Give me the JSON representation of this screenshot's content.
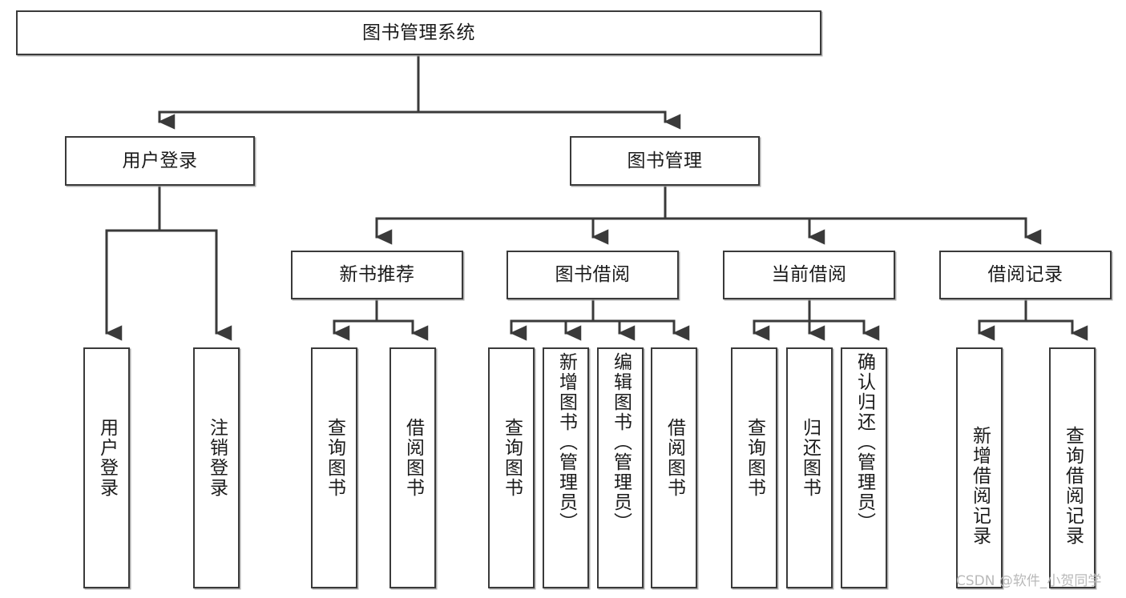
{
  "diagram": {
    "title": "图书管理系统",
    "root": {
      "label": "图书管理系统"
    },
    "level2": [
      {
        "label": "用户登录"
      },
      {
        "label": "图书管理"
      }
    ],
    "level3": [
      {
        "label": "新书推荐"
      },
      {
        "label": "图书借阅"
      },
      {
        "label": "当前借阅"
      },
      {
        "label": "借阅记录"
      }
    ],
    "leaves": {
      "user_login": [
        {
          "label": "用户登录"
        },
        {
          "label": "注销登录"
        }
      ],
      "new_book_recommend": [
        {
          "label": "查询图书"
        },
        {
          "label": "借阅图书"
        }
      ],
      "book_borrow": [
        {
          "label": "查询图书"
        },
        {
          "label": "新增图书（管理员）"
        },
        {
          "label": "编辑图书（管理员）"
        },
        {
          "label": "借阅图书"
        }
      ],
      "current_borrow": [
        {
          "label": "查询图书"
        },
        {
          "label": "归还图书"
        },
        {
          "label": "确认归还（管理员）"
        }
      ],
      "borrow_record": [
        {
          "label": "新增借阅记录"
        },
        {
          "label": "查询借阅记录"
        }
      ]
    }
  },
  "watermark": {
    "text": "CSDN @软件_小贺同学"
  },
  "colors": {
    "box_border": "#3a3a3a",
    "box_fill": "#ffffff",
    "line": "#3a3a3a",
    "text": "#1b1b1b",
    "watermark": "#b9b9b9"
  }
}
